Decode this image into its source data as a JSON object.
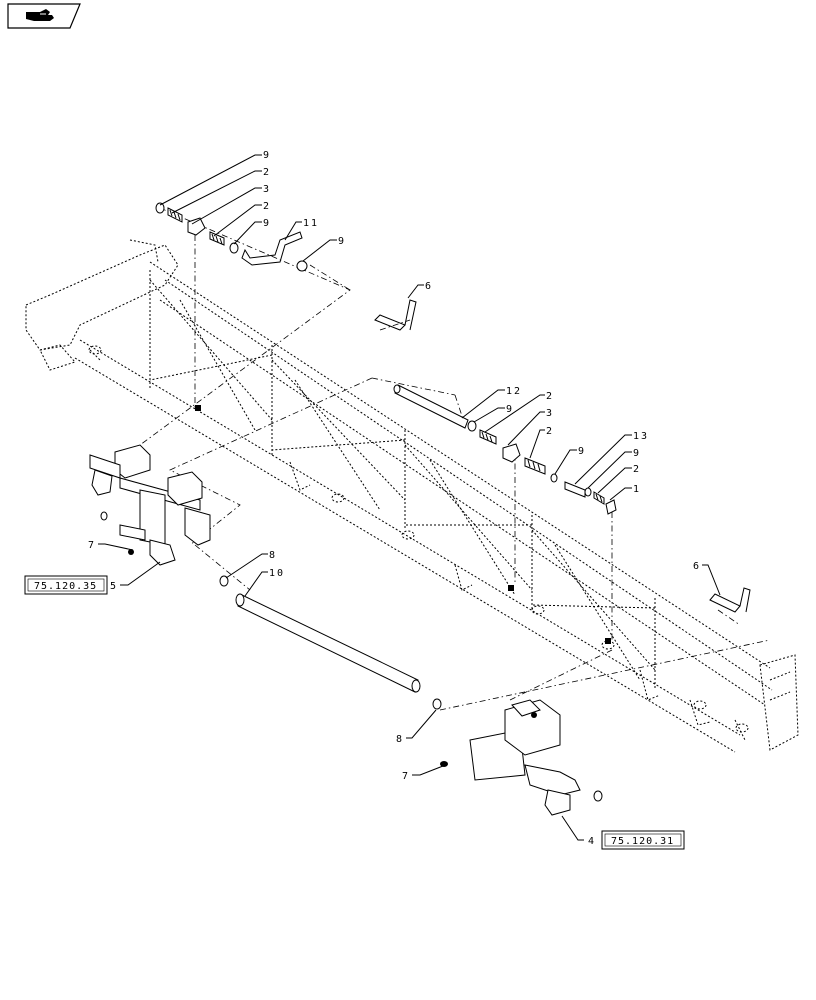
{
  "nav": {
    "icon": "hand-pointing-icon"
  },
  "callouts": {
    "top_group": [
      "9",
      "2",
      "3",
      "2",
      "9",
      "11",
      "9"
    ],
    "right_group": [
      "12",
      "9",
      "2",
      "3",
      "2",
      "9",
      "13",
      "9",
      "2",
      "1"
    ],
    "bracket_left": "6",
    "bracket_right": "6",
    "valve_left_nut": "7",
    "valve_left": "5",
    "valve_right_nut": "7",
    "valve_right": "4",
    "hose_end_top": "8",
    "hose": "10",
    "hose_end_bottom": "8"
  },
  "references": {
    "left": "75.120.35",
    "right": "75.120.31"
  }
}
